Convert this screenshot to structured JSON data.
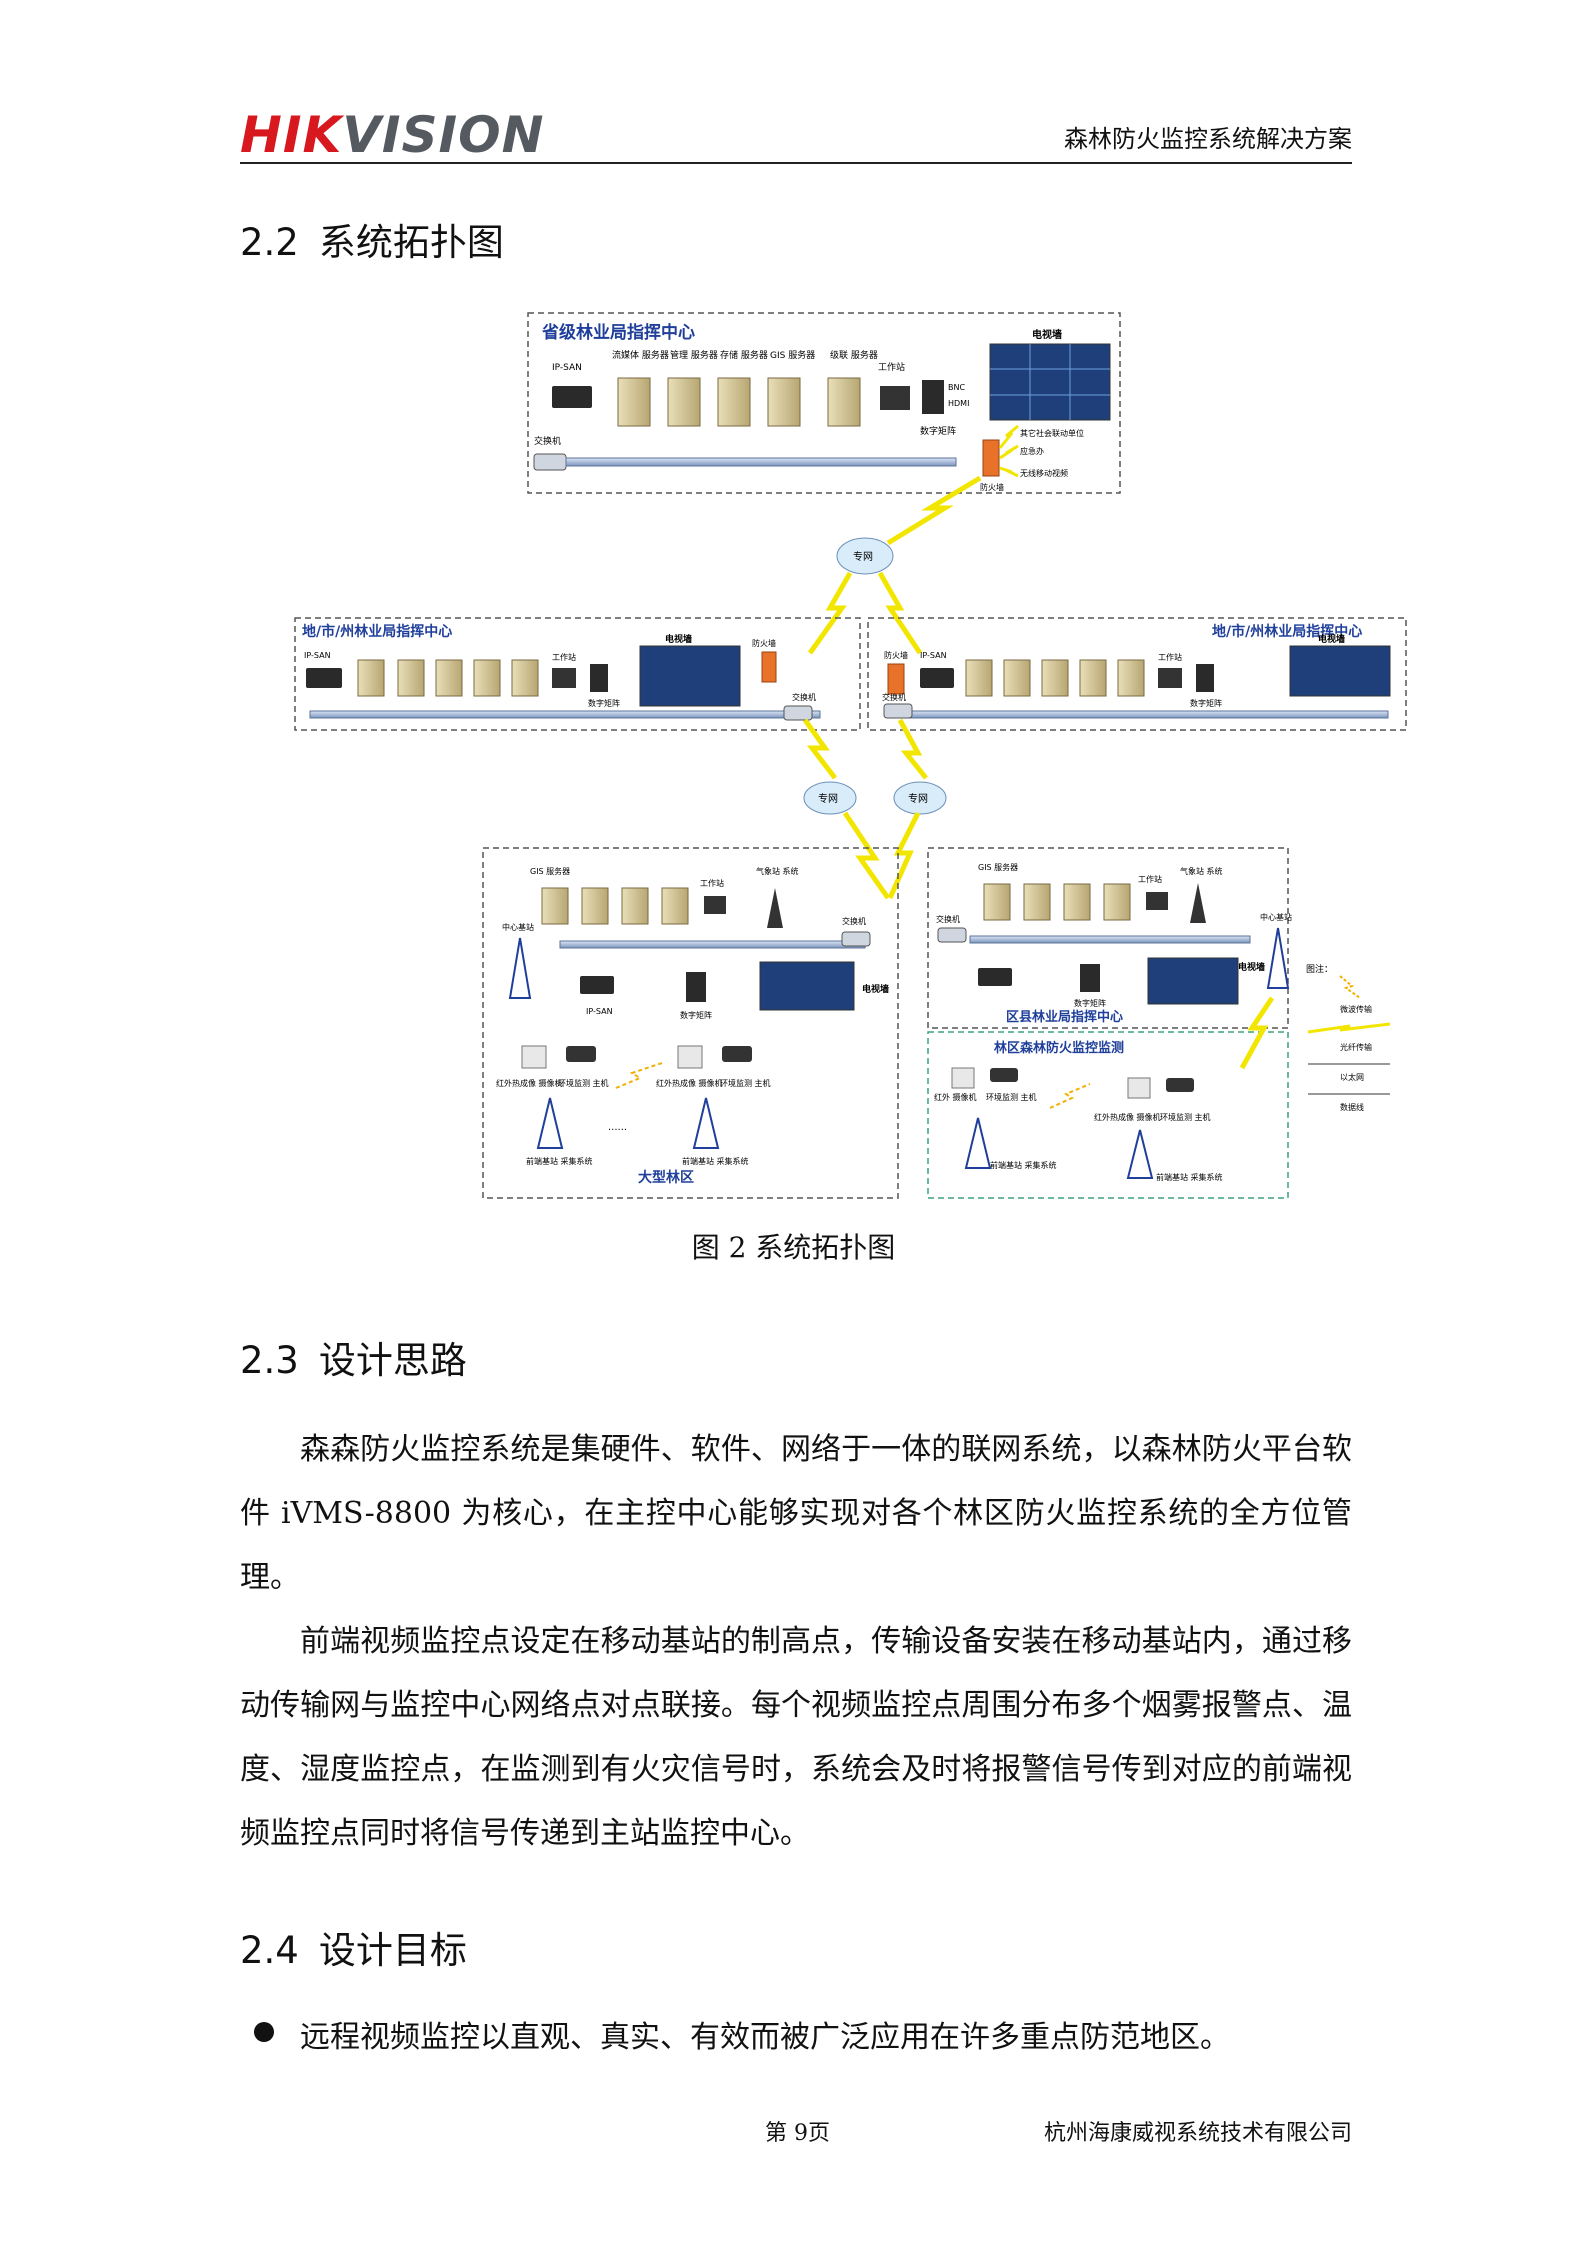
{
  "header": {
    "logo_part1": "HIK",
    "logo_part2": "VISION",
    "doc_title": "森林防火监控系统解决方案"
  },
  "section_2_2": {
    "number": "2.2",
    "title": "系统拓扑图"
  },
  "diagram": {
    "province_title": "省级林业局指挥中心",
    "city_title": "地/市/州林业局指挥中心",
    "county_title": "区县林业局指挥中心",
    "large_forest_title": "大型林区",
    "county_forest_title": "林区森林防火监控监测",
    "lbl_ipsan": "IP-SAN",
    "lbl_ipsan2": "IP-SAN",
    "lbl_ipsan3": "IP-SAN",
    "lbl_ipsan4": "IP-SAN",
    "lbl_stream": "流媒体 服务器",
    "lbl_mgmt": "管理 服务器",
    "lbl_storage": "存储 服务器",
    "lbl_gis": "GIS 服务器",
    "lbl_cascade": "级联 服务器",
    "lbl_workstation": "工作站",
    "lbl_workstation2": "工作站",
    "lbl_workstation3": "工作站",
    "lbl_workstation4": "工作站",
    "lbl_workstation5": "工作站",
    "lbl_tvwall": "电视墙",
    "lbl_tvwall2": "电视墙",
    "lbl_tvwall3": "电视墙",
    "lbl_tvwall4": "电视墙",
    "lbl_tvwall5": "电视墙",
    "lbl_matrix": "数字矩阵",
    "lbl_matrix2": "数字矩阵",
    "lbl_matrix3": "数字矩阵",
    "lbl_matrix4": "数字矩阵",
    "lbl_matrix5": "数字矩阵",
    "lbl_switch": "交换机",
    "lbl_switch2": "交换机",
    "lbl_switch3": "交换机",
    "lbl_switch4": "交换机",
    "lbl_switch5": "交换机",
    "lbl_firewall": "防火墙",
    "lbl_firewall2": "防火墙",
    "lbl_firewall3": "防火墙",
    "lbl_bnc": "BNC",
    "lbl_hdmi": "HDMI",
    "lbl_other_units": "其它社会联动单位",
    "lbl_emergency": "应急办",
    "lbl_wireless": "无线移动视频",
    "lbl_private_net": "专网",
    "lbl_private_net2": "专网",
    "lbl_private_net3": "专网",
    "lbl_center_station": "中心基站",
    "lbl_center_station2": "中心基站",
    "lbl_weather": "气象站 系统",
    "lbl_weather2": "气象站 系统",
    "lbl_ir_camera": "红外热成像 摄像机",
    "lbl_ir_camera2": "红外热成像 摄像机",
    "lbl_ir_camera3": "红外 摄像机",
    "lbl_ir_camera4": "红外热成像 摄像机",
    "lbl_env_host": "环境监测 主机",
    "lbl_env_host2": "环境监测 主机",
    "lbl_env_host3": "环境监测 主机",
    "lbl_env_host4": "环境监测 主机",
    "lbl_frontend": "前端基站 采集系统",
    "lbl_frontend2": "前端基站 采集系统",
    "lbl_frontend3": "前端基站 采集系统",
    "lbl_frontend4": "前端基站 采集系统",
    "lbl_dots": "......",
    "legend_title": "图注：",
    "legend_microwave": "微波传输",
    "legend_fiber": "光纤传输",
    "legend_ethernet": "以太网",
    "legend_data": "数据线"
  },
  "figure_caption": "图 2 系统拓扑图",
  "section_2_3": {
    "number": "2.3",
    "title": "设计思路"
  },
  "paragraph_1": "森森防火监控系统是集硬件、软件、网络于一体的联网系统，以森林防火平台软件 iVMS-8800 为核心，在主控中心能够实现对各个林区防火监控系统的全方位管理。",
  "paragraph_2": "前端视频监控点设定在移动基站的制高点，传输设备安装在移动基站内，通过移动传输网与监控中心网络点对点联接。每个视频监控点周围分布多个烟雾报警点、温度、湿度监控点，在监测到有火灾信号时，系统会及时将报警信号传到对应的前端视频监控点同时将信号传递到主站监控中心。",
  "section_2_4": {
    "number": "2.4",
    "title": "设计目标"
  },
  "bullet_1": "远程视频监控以直观、真实、有效而被广泛应用在许多重点防范地区。",
  "footer": {
    "page": "第 9页",
    "company": "杭州海康威视系统技术有限公司"
  },
  "colors": {
    "logo_red": "#d7191f",
    "logo_gray": "#555a60",
    "diagram_title_blue": "#1f3f9a",
    "lightning_yellow": "#f2e600",
    "bus_blue": "#8fa7c9",
    "green_box": "#3ca37a"
  }
}
